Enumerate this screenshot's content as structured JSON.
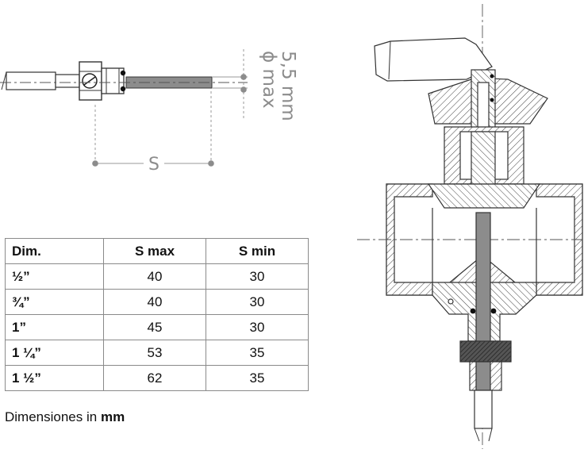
{
  "diagram": {
    "diameter_label": "ϕ max",
    "diameter_value": "5,5 mm",
    "length_label": "S"
  },
  "table": {
    "headers": [
      "Dim.",
      "S max",
      "S min"
    ],
    "rows": [
      {
        "dim": "½”",
        "s_max": "40",
        "s_min": "30"
      },
      {
        "dim": "¾”",
        "s_max": "40",
        "s_min": "30"
      },
      {
        "dim": "1”",
        "s_max": "45",
        "s_min": "30"
      },
      {
        "dim": "1 ¼”",
        "s_max": "53",
        "s_min": "35"
      },
      {
        "dim": "1 ½”",
        "s_max": "62",
        "s_min": "35"
      }
    ]
  },
  "note": {
    "text": "Dimensiones in ",
    "unit": "mm"
  }
}
